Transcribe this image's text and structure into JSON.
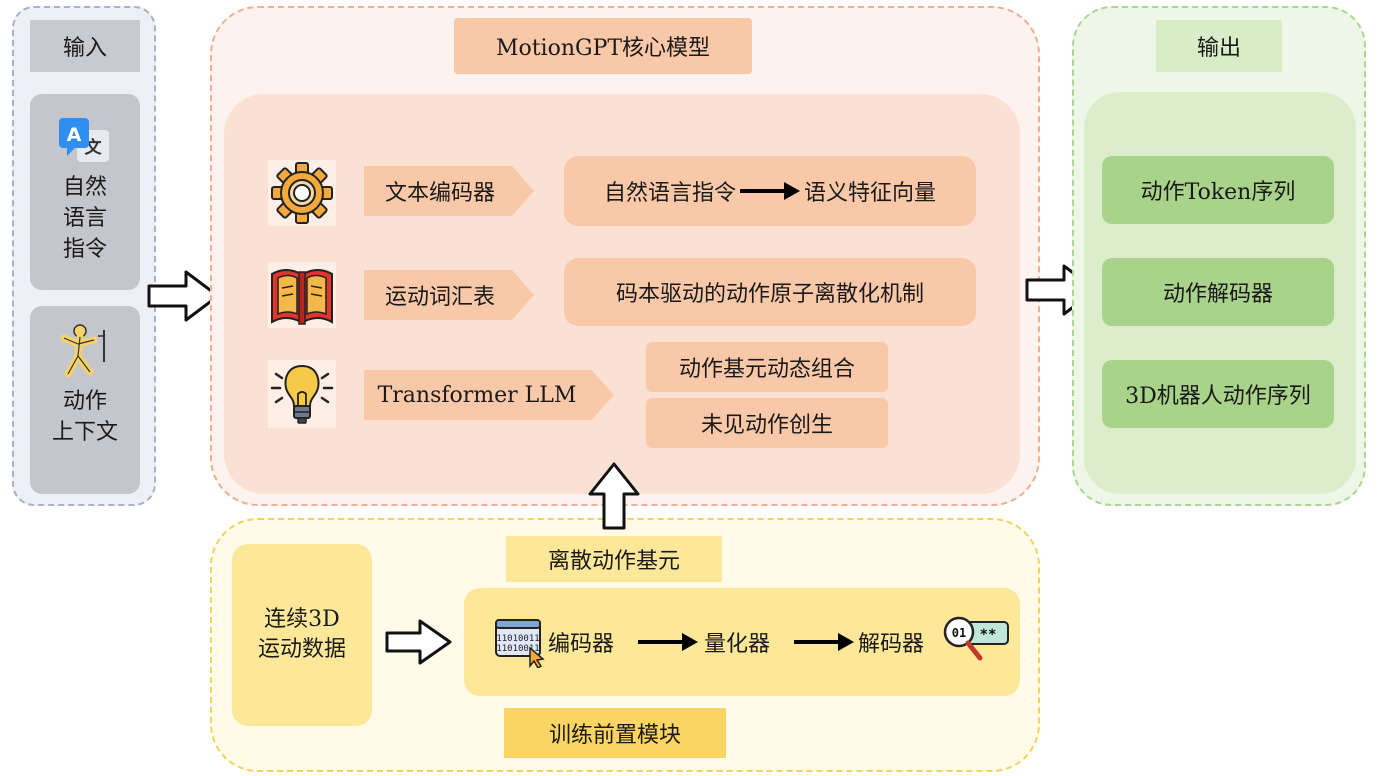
{
  "input": {
    "title": "输入",
    "text_card": [
      "自然",
      "语言",
      "指令"
    ],
    "motion_card": [
      "动作",
      "上下文"
    ]
  },
  "core": {
    "title": "MotionGPT核心模型",
    "modules": [
      {
        "label": "文本编码器",
        "icon": "gear-icon"
      },
      {
        "label": "运动词汇表",
        "icon": "book-icon"
      },
      {
        "label": "Transformer LLM",
        "icon": "lightbulb-icon"
      }
    ],
    "text_encoder": {
      "from": "自然语言指令",
      "to": "语义特征向量"
    },
    "vocab_desc": "码本驱动的动作原子离散化机制",
    "llm_outputs": [
      "动作基元动态组合",
      "未见动作创生"
    ]
  },
  "output": {
    "title": "输出",
    "items": [
      "动作Token序列",
      "动作解码器",
      "3D机器人动作序列"
    ]
  },
  "training": {
    "title": "训练前置模块",
    "continuous": [
      "连续3D",
      "运动数据"
    ],
    "discrete": "离散动作基元",
    "pipeline": [
      "编码器",
      "量化器",
      "解码器"
    ]
  },
  "colors": {
    "input_bg": "#c4c6cc",
    "core_accent": "#f8c8a8",
    "output_accent": "#a9d38a",
    "training_accent": "#fde89a"
  }
}
